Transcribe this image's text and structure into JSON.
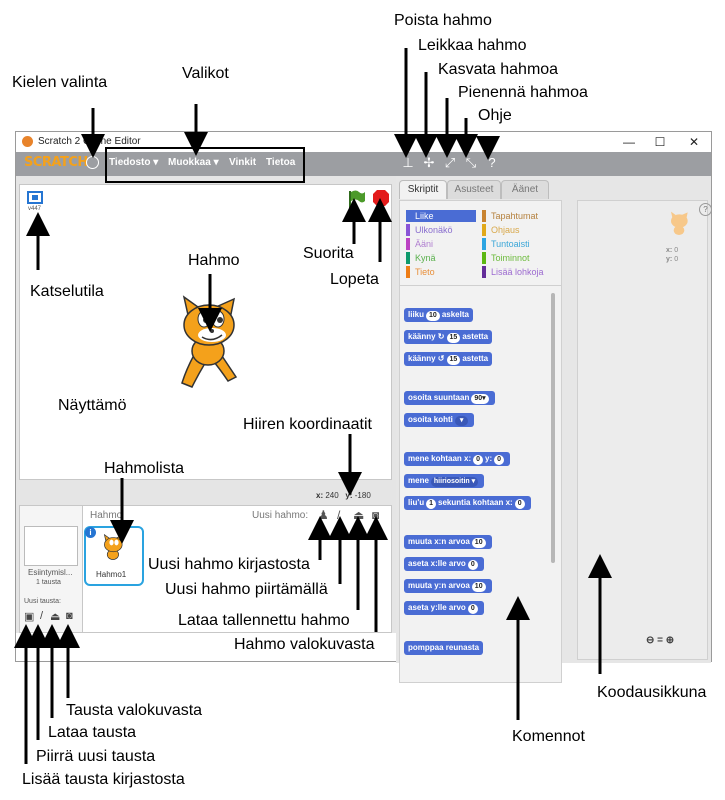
{
  "window": {
    "title": "Scratch 2 Offline Editor",
    "minimize": "—",
    "maximize": "☐",
    "close": "✕"
  },
  "menu": {
    "logo": "SCRATCH",
    "items": [
      "Tiedosto ▾",
      "Muokkaa ▾",
      "Vinkit",
      "Tietoa"
    ]
  },
  "stage": {
    "version_label": "v447",
    "coords": {
      "x_label": "x:",
      "x_value": "240",
      "y_label": "y:",
      "y_value": "-180"
    }
  },
  "sprites": {
    "header": "Hahmo",
    "new_sprite_label": "Uusi hahmo:",
    "sprite_name": "Hahmo1",
    "info_badge": "i",
    "stage_label": "Esiintymisl...",
    "backdrop_count": "1 tausta",
    "new_backdrop_label": "Uusi tausta:"
  },
  "tabs": [
    "Skriptit",
    "Asusteet",
    "Äänet"
  ],
  "categories": {
    "left": [
      "Liike",
      "Ulkonäkö",
      "Ääni",
      "Kynä",
      "Tieto"
    ],
    "right": [
      "Tapahtumat",
      "Ohjaus",
      "Tuntoaisti",
      "Toiminnot",
      "Lisää lohkoja"
    ]
  },
  "blocks": {
    "move": {
      "a": "liiku",
      "n": "10",
      "b": "askelta"
    },
    "turn_right": {
      "a": "käänny",
      "n": "15",
      "b": "astetta"
    },
    "turn_left": {
      "a": "käänny",
      "n": "15",
      "b": "astetta"
    },
    "point_dir": {
      "a": "osoita suuntaan",
      "n": "90▾"
    },
    "point_to": {
      "a": "osoita kohti"
    },
    "goto_xy": {
      "a": "mene kohtaan x:",
      "x": "0",
      "b": "y:",
      "y": "0"
    },
    "goto": {
      "a": "mene",
      "d": "hiiriosoitin"
    },
    "glide": {
      "a": "liu'u",
      "n": "1",
      "b": "sekuntia kohtaan x:",
      "x": "0"
    },
    "change_x": {
      "a": "muuta x:n arvoa",
      "n": "10"
    },
    "set_x": {
      "a": "aseta x:lle arvo",
      "n": "0"
    },
    "change_y": {
      "a": "muuta y:n arvoa",
      "n": "10"
    },
    "set_y": {
      "a": "aseta y:lle arvo",
      "n": "0"
    },
    "bounce": {
      "a": "pomppaa reunasta"
    }
  },
  "script_area": {
    "x_label": "x:",
    "x_value": "0",
    "y_label": "y:",
    "y_value": "0"
  },
  "annotations": {
    "poista_hahmo": "Poista hahmo",
    "leikkaa_hahmo": "Leikkaa hahmo",
    "kasvata_hahmoa": "Kasvata hahmoa",
    "pienenna_hahmoa": "Pienennä hahmoa",
    "ohje": "Ohje",
    "kielen_valinta": "Kielen valinta",
    "valikot": "Valikot",
    "suorita": "Suorita",
    "lopeta": "Lopeta",
    "hahmo": "Hahmo",
    "katselutila": "Katselutila",
    "nayttamo": "Näyttämö",
    "hiiren_koordinaatit": "Hiiren koordinaatit",
    "hahmolista": "Hahmolista",
    "uusi_kirjastosta": "Uusi hahmo kirjastosta",
    "uusi_piirtamalla": "Uusi hahmo piirtämällä",
    "lataa_tallennettu": "Lataa tallennettu hahmo",
    "hahmo_valokuvasta": "Hahmo valokuvasta",
    "koodausikkuna": "Koodausikkuna",
    "komennot": "Komennot",
    "tausta_valokuvasta": "Tausta valokuvasta",
    "lataa_tausta": "Lataa tausta",
    "piirra_uusi_tausta": "Piirrä uusi tausta",
    "lisaa_tausta_kirjastosta": "Lisää tausta kirjastosta"
  },
  "colors": {
    "menubar": "#9c9ea2",
    "motion": "#4a6cd4",
    "flag": "#4c9a2a",
    "stop": "#e31b1b",
    "cat_orange": "#f4a11b"
  }
}
